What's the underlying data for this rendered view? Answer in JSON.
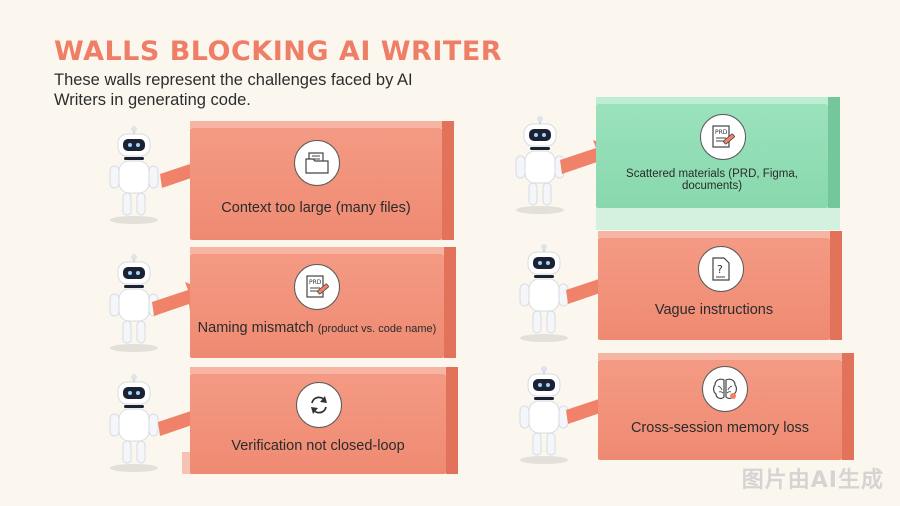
{
  "header": {
    "title": "WALLS BLOCKING AI WRITER",
    "subtitle": "These walls represent the challenges faced by AI Writers in generating code."
  },
  "walls": [
    {
      "label": "Context too large (many files)",
      "icon": "folder-files-icon",
      "color": "#f08d75"
    },
    {
      "label_main": "Naming mismatch ",
      "label_sub": "(product vs. code name)",
      "icon": "prd-document-icon",
      "icon_text": "PRD",
      "color": "#f08d75"
    },
    {
      "label": "Verification not closed-loop",
      "icon": "refresh-cycle-icon",
      "color": "#f08d75"
    },
    {
      "label": "Scattered materials (PRD, Figma, documents)",
      "icon": "prd-document-icon",
      "icon_text": "PRD",
      "color": "#8fdcb0"
    },
    {
      "label": "Vague instructions",
      "icon": "question-document-icon",
      "icon_text": "?",
      "color": "#f08d75"
    },
    {
      "label": "Cross-session memory loss",
      "icon": "brain-icon",
      "color": "#f08d75"
    }
  ],
  "watermark": "图片由AI生成"
}
